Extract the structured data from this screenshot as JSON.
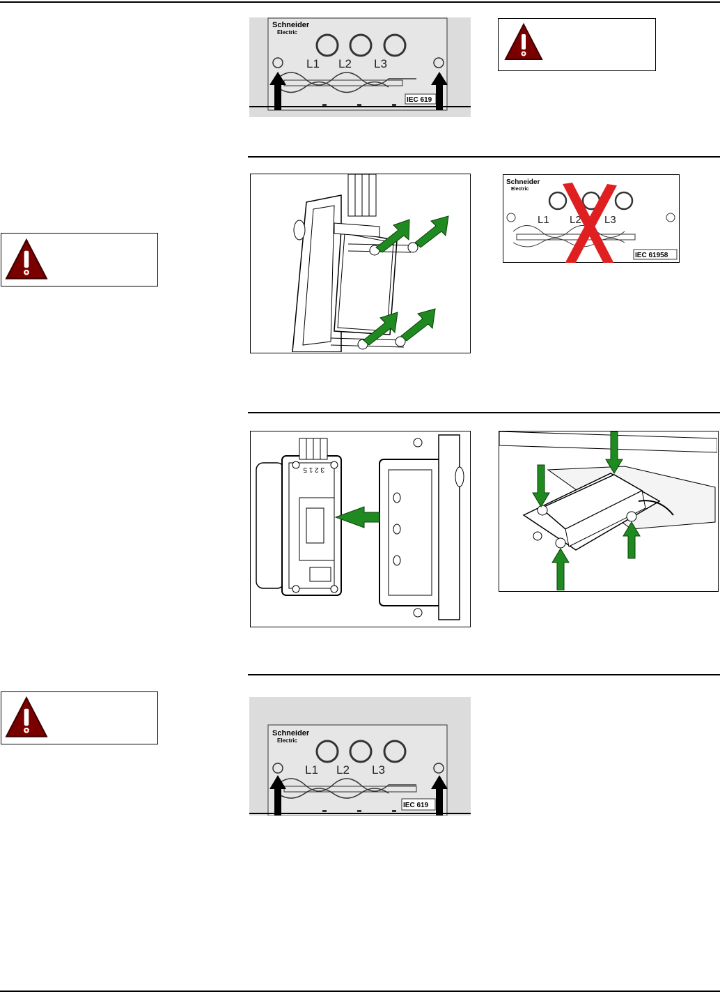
{
  "brand": {
    "name_line1": "Schneider",
    "name_line2": "Electric"
  },
  "terminals": [
    "L1",
    "L2",
    "L3"
  ],
  "standard_partial": "IEC 619",
  "standard_full": "IEC 61958",
  "colors": {
    "arrow_green": "#1f8a1f",
    "arrow_black": "#000000",
    "cross_red": "#e02020",
    "warning_red": "#8b0000",
    "panel_gray": "#dcdcdc"
  },
  "icons": {
    "warning": "warning-triangle-icon"
  },
  "module_marking": "3 2 1 5"
}
